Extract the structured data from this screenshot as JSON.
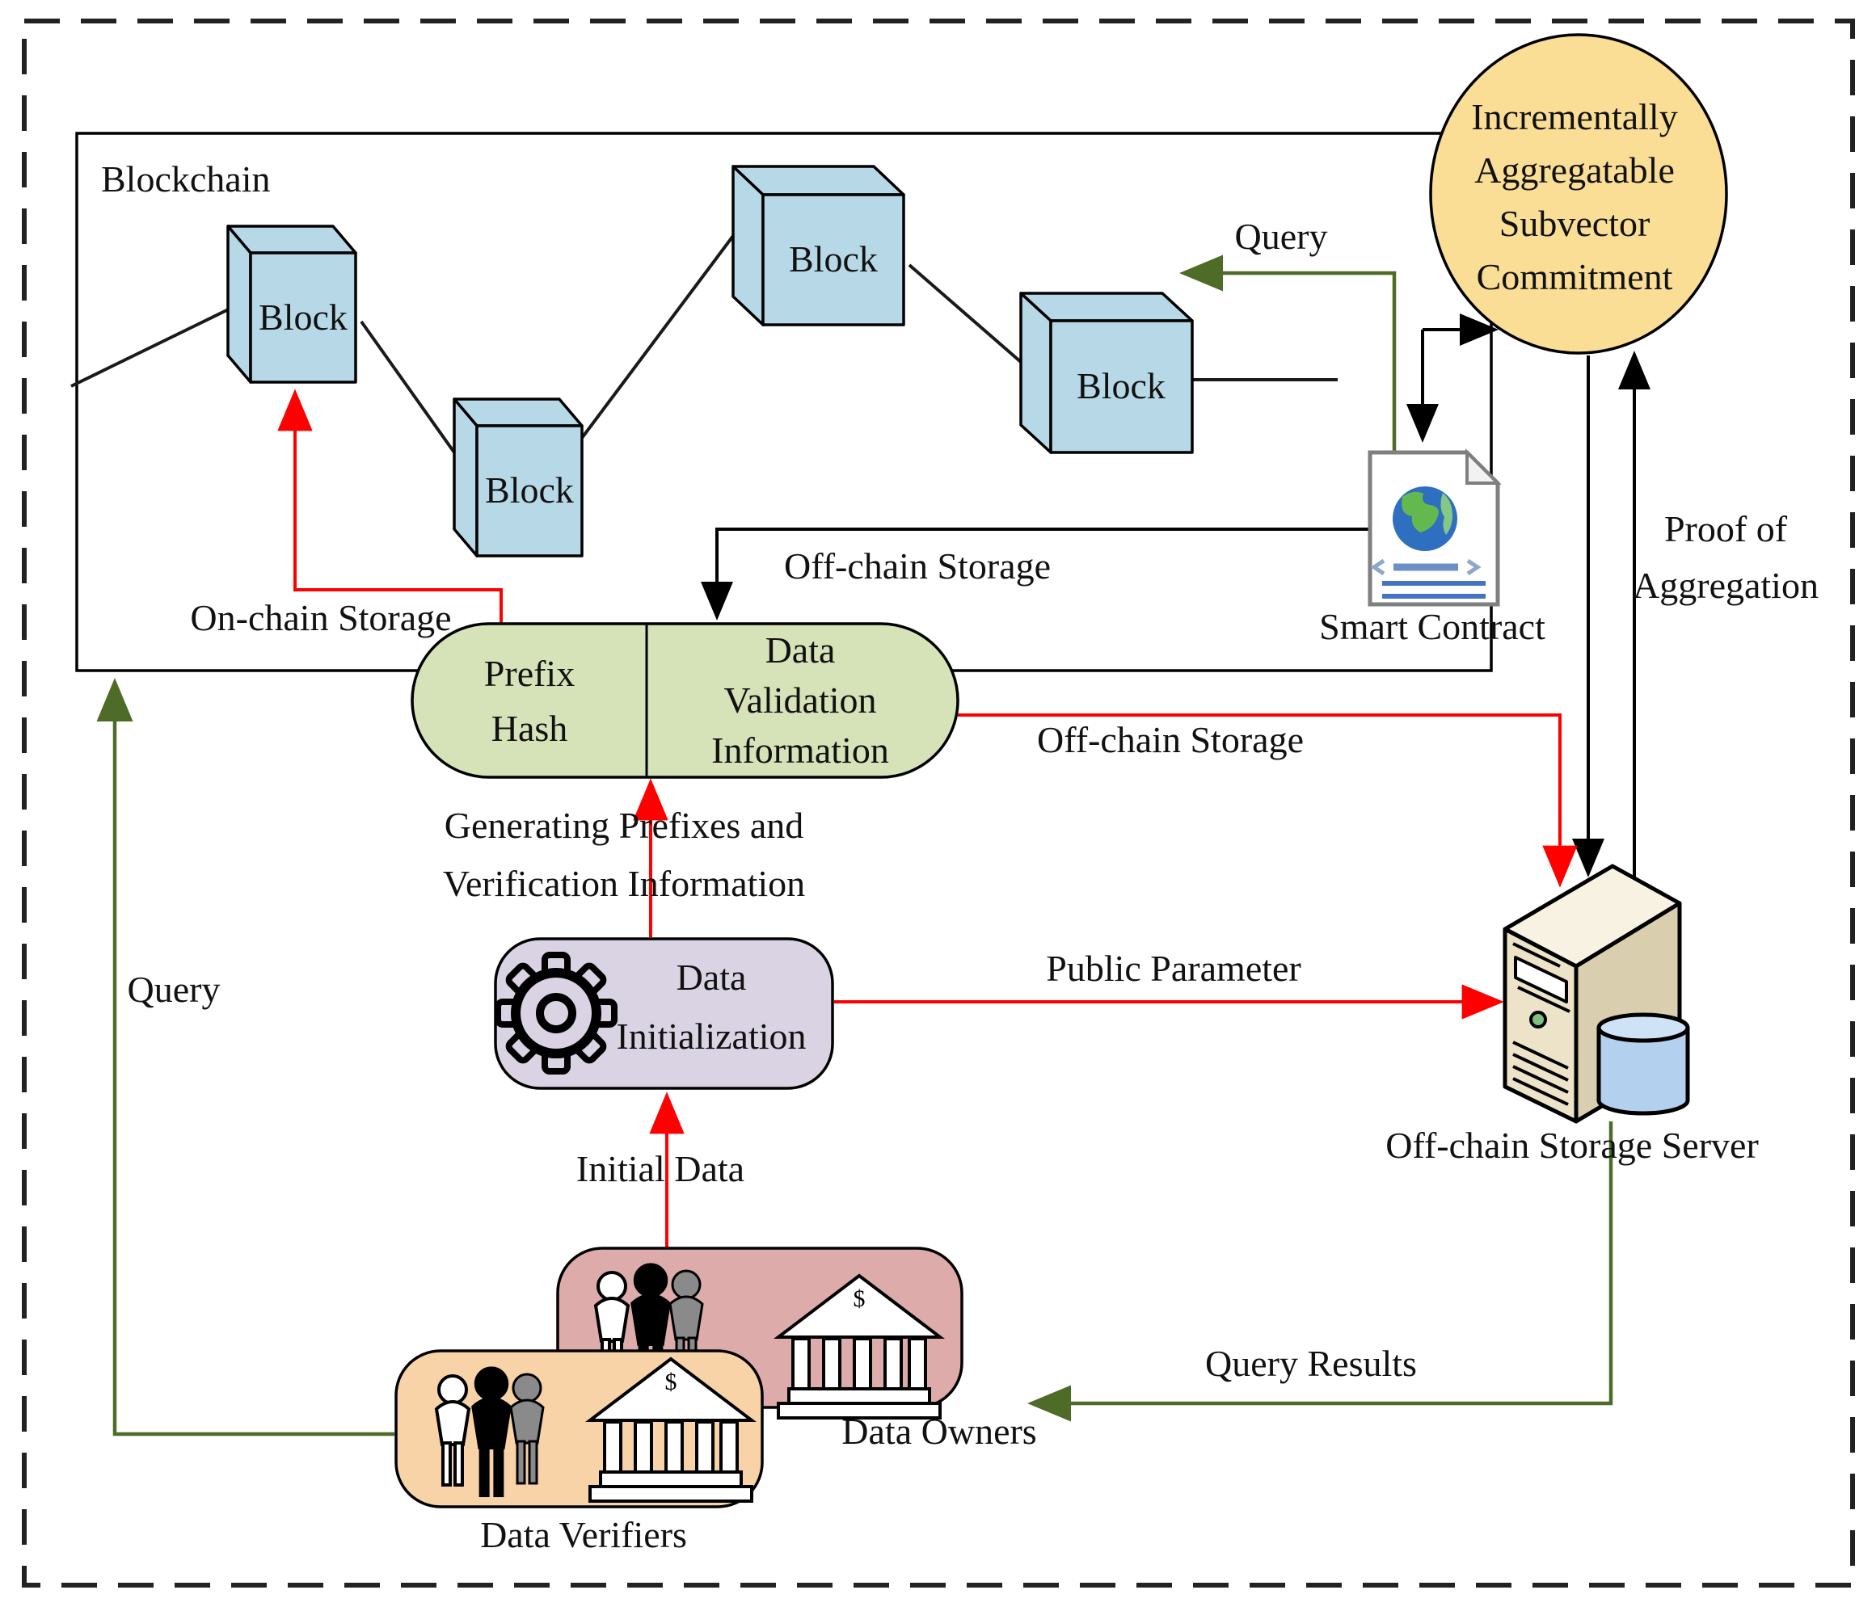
{
  "diagram": {
    "title_hint": "Blockchain off-chain storage architecture diagram",
    "blockchain": {
      "title": "Blockchain",
      "block_label": "Block"
    },
    "iasc": {
      "lines": [
        "Incrementally",
        "Aggregatable",
        "Subvector",
        "Commitment"
      ]
    },
    "smart_contract": {
      "label": "Smart Contract"
    },
    "pill": {
      "prefix_hash": {
        "lines": [
          "Prefix",
          "Hash"
        ]
      },
      "data_validation": {
        "lines": [
          "Data",
          "Validation",
          "Information"
        ]
      }
    },
    "data_initialization": {
      "lines": [
        "Data",
        "Initialization"
      ]
    },
    "server": {
      "label": "Off-chain Storage Server"
    },
    "data_owners": {
      "label": "Data Owners"
    },
    "data_verifiers": {
      "label": "Data Verifiers"
    },
    "bank_symbol": "$",
    "arrows": {
      "query_top": "Query",
      "query_left": "Query",
      "on_chain": "On-chain Storage",
      "off_chain_black": "Off-chain Storage",
      "off_chain_red": "Off-chain Storage",
      "generating": {
        "lines": [
          "Generating Prefixes and",
          "Verification Information"
        ]
      },
      "initial_data": "Initial Data",
      "public_parameter": "Public Parameter",
      "query_results": "Query Results",
      "proof": {
        "lines": [
          "Proof of",
          "Aggregation"
        ]
      }
    },
    "colors": {
      "red": "#ff0000",
      "olive_green": "#4f6b28",
      "black": "#000000",
      "block_fill": "#b7d9e7",
      "circle_fill": "#fade96",
      "pill_fill": "#d6e2b8",
      "lavender_fill": "#d9d3e3",
      "pink_fill": "#deabab",
      "orange_fill": "#f9d3a8",
      "server_front": "#ece3c9",
      "server_side": "#d9cfae",
      "server_top": "#f7f2e2",
      "db_fill": "#b3d1ee",
      "globe_blue": "#2e6fc0",
      "globe_green": "#63b94e",
      "doc_line_blue": "#4472c4",
      "person_white": "#ffffff",
      "person_black": "#000000",
      "person_gray": "#8a8a8a"
    }
  }
}
